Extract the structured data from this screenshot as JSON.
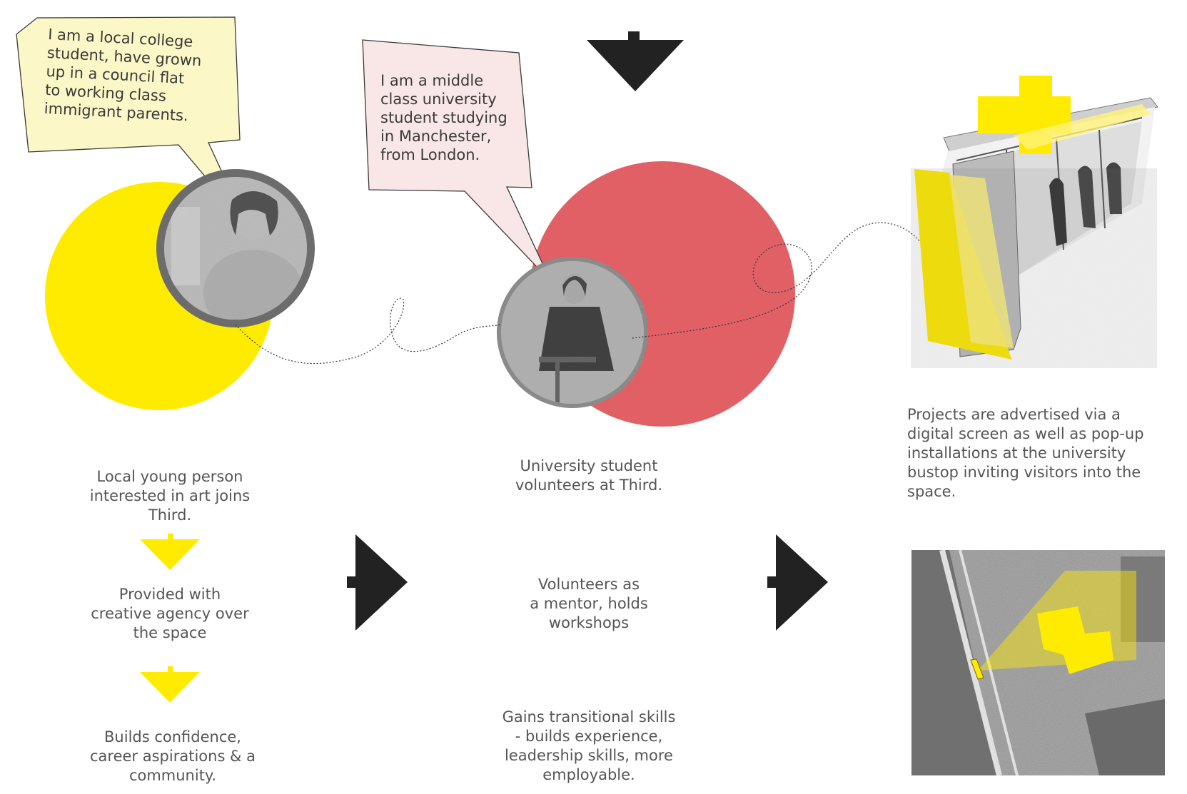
{
  "colors": {
    "yellow": "#FFEB00",
    "red": "#E06066",
    "arrow": "#222222",
    "bubble_yellow": "#FCF7C6",
    "bubble_pink": "#F9E6E6",
    "photo_bg": "#8a8a8a",
    "text": "#555555"
  },
  "bubbles": {
    "local_student": "I am a local college\nstudent, have grown\nup in a council flat\nto working class\nimmigrant parents.",
    "university_student": "I am a middle\nclass university\nstudent studying\nin Manchester,\nfrom London."
  },
  "left_column": {
    "step1": "Local young person\ninterested in art joins\nThird.",
    "step2": "Provided with\ncreative agency over\nthe space",
    "step3": "Builds confidence,\ncareer aspirations & a\ncommunity."
  },
  "middle_column": {
    "step1": "University student\nvolunteers at Third.",
    "step2": "Volunteers as\na mentor, holds\nworkshops",
    "step3": "Gains transitional skills\n- builds experience,\nleadership skills, more\nemployable."
  },
  "right_column": {
    "caption": "Projects are advertised via a\ndigital screen as well as pop-up\ninstallations at the university\nbustop inviting visitors into the\nspace."
  },
  "icons": {
    "top_arrow": "arrow-down-icon",
    "small_arrows": "arrow-down-icon",
    "big_arrows": "arrow-right-icon"
  }
}
